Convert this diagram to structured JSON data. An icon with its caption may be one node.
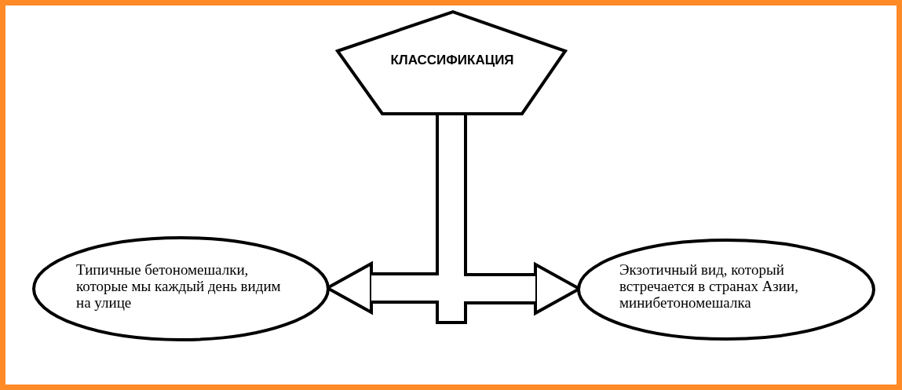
{
  "diagram": {
    "nodes": [
      {
        "text": [
          "КЛАССИФИКАЦИЯ"
        ]
      },
      {
        "text": [
          "Типичные бетономешалки, которые мы каждый день видим на улице"
        ]
      },
      {
        "text": [
          "Экзотичный вид, который встречается в странах Азии, минибетономешалка"
        ]
      }
    ],
    "edges": [
      {
        "from": 0,
        "to": 1,
        "arrow": "to"
      },
      {
        "from": 0,
        "to": 2,
        "arrow": "to"
      }
    ]
  }
}
